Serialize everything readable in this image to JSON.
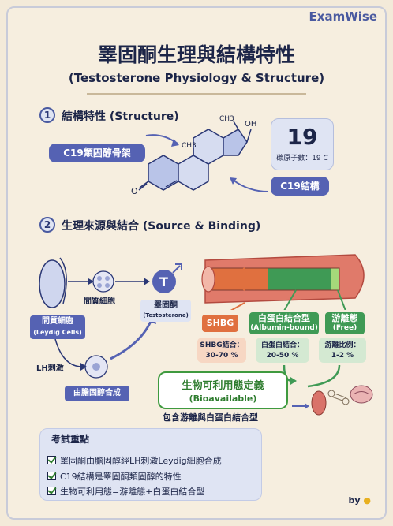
{
  "brand": "ExamWise",
  "title": "睪固酮生理與結構特性",
  "subtitle": "(Testosterone Physiology & Structure)",
  "section1": {
    "number": "1",
    "title": "結構特性 (Structure)"
  },
  "structure": {
    "c19_skeleton_label": "C19類固醇骨架",
    "carbon_count": "19",
    "carbon_caption": "碳原子數：19 C",
    "c19_structure_label": "C19結構",
    "atoms": {
      "ch3_top": "CH3",
      "oh": "OH",
      "ch3_mid": "CH3",
      "oxygen": "O"
    }
  },
  "section2": {
    "number": "2",
    "title": "生理來源與結合 (Source & Binding)"
  },
  "source": {
    "leydig_label_line1": "間質細胞",
    "leydig_label_line2": "(Leydig Cells)",
    "interstitial_cell_label": "間質細胞",
    "testosterone_label_line1": "睪固酮",
    "testosterone_label_line2": "(Testosterone)",
    "testosterone_symbol": "T",
    "lh_label": "LH刺激",
    "cholesterol_label": "由膽固醇合成"
  },
  "binding": {
    "shbg": {
      "label": "SHBG",
      "info_line1": "SHBG結合：",
      "info_line2": "30-70 %",
      "color": "#e0703f"
    },
    "albumin": {
      "label_line1": "白蛋白結合型",
      "label_line2": "(Albumin-bound)",
      "info_line1": "白蛋白結合：",
      "info_line2": "20-50 %",
      "color": "#3f9a55"
    },
    "free": {
      "label_line1": "游離態",
      "label_line2": "(Free)",
      "info_line1": "游離比例：",
      "info_line2": "1-2 %",
      "color": "#3f9a55"
    }
  },
  "bioavailable": {
    "line1": "生物可利用態定義",
    "line2": "(Bioavailable)",
    "caption": "包含游離與白蛋白結合型"
  },
  "exam_points": {
    "title": "考試重點",
    "items": [
      "睪固酮由膽固醇經LH刺激Leydig細胞合成",
      "C19結構是睪固酮類固醇的特性",
      "生物可利用態=游離態+白蛋白結合型"
    ]
  },
  "byline": "by"
}
